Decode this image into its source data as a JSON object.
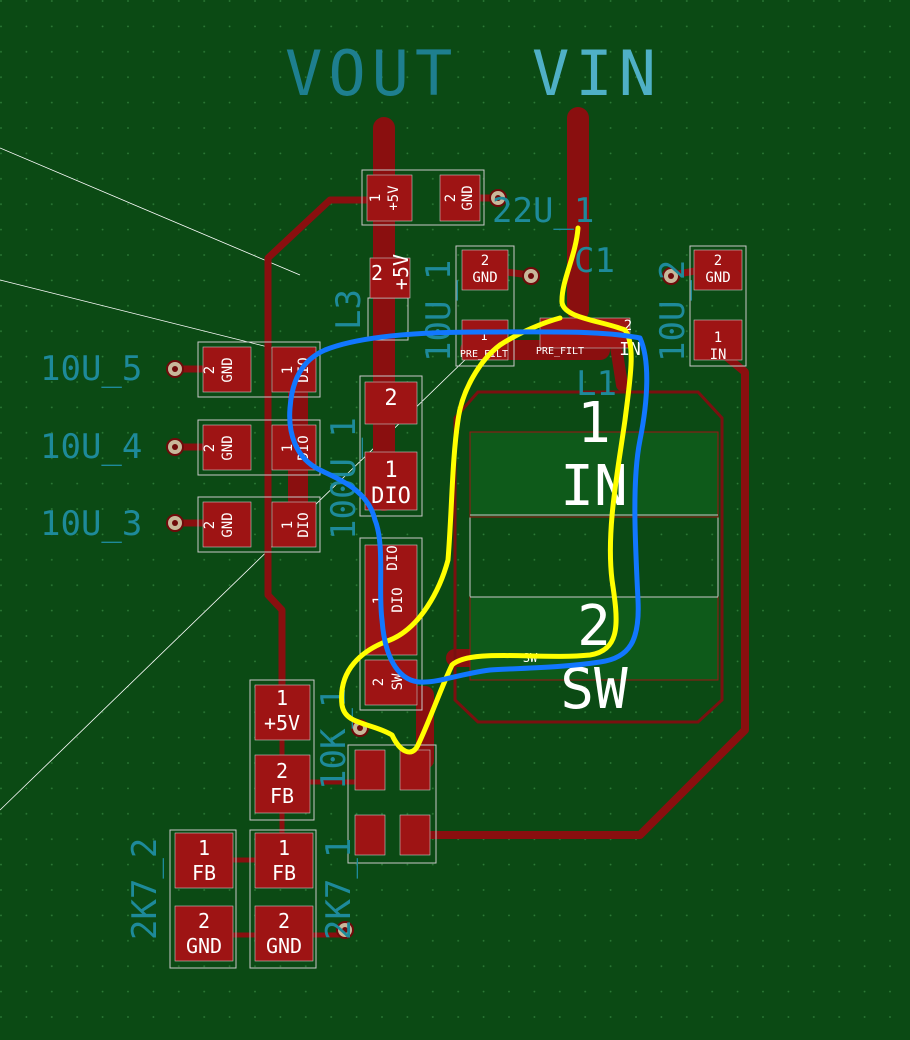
{
  "colors": {
    "board": "#0b4a14",
    "grid_dot": "#2f7d39",
    "copper": "#8a0f0f",
    "copper_dark": "#6e0a0a",
    "pad": "#9e1414",
    "silk_outline": "#c8c8c8",
    "fab_text": "#ffffff",
    "ref_text": "#1e8a9a",
    "net_label": "#4fb0c6",
    "yellow_loop": "#ffff00",
    "blue_loop": "#1177ff",
    "ratsnest": "#ffffff"
  },
  "net_labels": {
    "vout": "VOUT",
    "vin": "VIN"
  },
  "refs": {
    "c22u_1": "22U_1",
    "c1": "C1",
    "u10_1": "10U_1",
    "u10_2": "10U_2",
    "u10_3": "10U_3",
    "u10_4": "10U_4",
    "u10_5": "10U_5",
    "l3": "L3",
    "l1": "L1",
    "u100_1": "100U_1",
    "k10_1": "10K_1",
    "k27_1": "2K7_1",
    "k27_2": "2K7_2"
  },
  "pads": {
    "p_5v_top_num": "1",
    "p_5v_top_name": "+5V",
    "p_gnd_top_num": "2",
    "p_gnd_top_name": "GND",
    "p_l3_num": "2",
    "p_l3_name": "+5V",
    "p_10u1_num": "2",
    "p_10u1_name": "GND",
    "p_10u2_num": "2",
    "p_10u2_name": "GND",
    "p_10u2_in_num": "1",
    "p_10u2_in_name": "IN",
    "p_c1_pf_num": "1",
    "p_c1_pf_name": "PRE_FILT",
    "p_c1_pf2": "PRE_FILT",
    "p_c1_in_num": "2",
    "p_c1_in_name": "IN",
    "p_l1_in_num": "1",
    "p_l1_in_name": "IN",
    "p_l1_sw_num": "2",
    "p_l1_sw_name": "SW",
    "p_sw_small": "SW",
    "p_10u5_gnd_num": "2",
    "p_10u5_gnd_name": "GND",
    "p_10u5_dio_num": "1",
    "p_10u5_dio_name": "DIO",
    "p_10u4_gnd_num": "2",
    "p_10u4_gnd_name": "GND",
    "p_10u4_dio_num": "1",
    "p_10u4_dio_name": "DIO",
    "p_10u3_gnd_num": "2",
    "p_10u3_gnd_name": "GND",
    "p_10u3_dio_num": "1",
    "p_10u3_dio_name": "DIO",
    "p_100u_2_num": "2",
    "p_100u_1_num": "1",
    "p_100u_1_name": "DIO",
    "p_d_dio1": "DIO",
    "p_d_dio2_num": "1",
    "p_d_dio2_name": "DIO",
    "p_d_sw_num": "2",
    "p_d_sw_name": "SW",
    "p_fb_5v_num": "1",
    "p_fb_5v_name": "+5V",
    "p_fb_num": "2",
    "p_fb_name": "FB",
    "p_2k72_fb_num": "1",
    "p_2k72_fb_name": "FB",
    "p_2k71_fb_num": "1",
    "p_2k71_fb_name": "FB",
    "p_2k72_gnd_num": "2",
    "p_2k72_gnd_name": "GND",
    "p_2k71_gnd_num": "2",
    "p_2k71_gnd_name": "GND"
  }
}
